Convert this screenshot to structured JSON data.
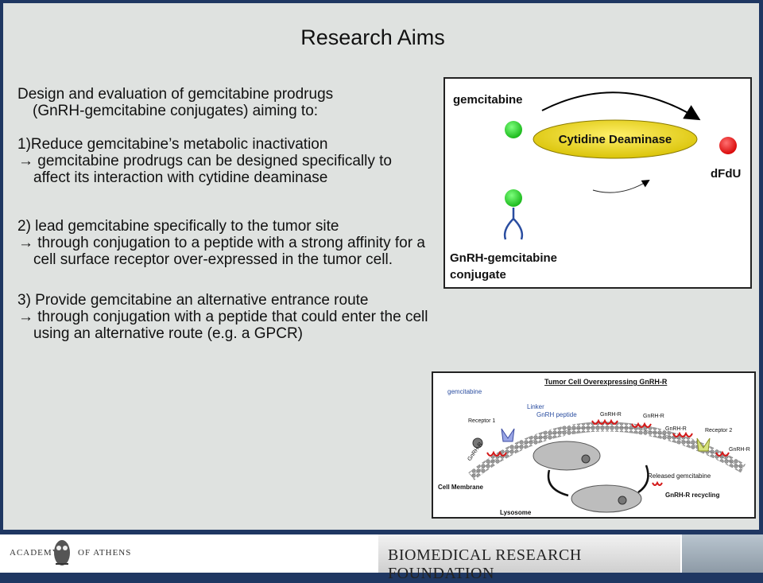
{
  "title": "Research Aims",
  "intro_line1": "Design and evaluation of gemcitabine prodrugs",
  "intro_line2": "(GnRH-gemcitabine conjugates) aiming to:",
  "aim1_title": "1)Reduce gemcitabine’s metabolic inactivation",
  "aim1_detail": "→ gemcitabine prodrugs can be designed specifically to affect its interaction with cytidine deaminase",
  "aim2_title": "2) lead gemcitabine specifically to the tumor site",
  "aim2_detail": "→ through conjugation to a peptide with a strong affinity  for a cell surface receptor over-expressed in the tumor  cell.",
  "aim3_title": "3) Provide gemcitabine an alternative entrance route",
  "aim3_detail": "→ through conjugation with a peptide that could enter the cell using an alternative route (e.g. a GPCR)",
  "diagram1": {
    "gemcitabine_label": "gemcitabine",
    "enzyme_label": "Cytidine Deaminase",
    "product_label": "dFdU",
    "conjugate_label_line1": "GnRH-gemcitabine",
    "conjugate_label_line2": "conjugate",
    "colors": {
      "gemcitabine": "#22cc22",
      "enzyme": "#e8d400",
      "product": "#e81010"
    }
  },
  "diagram2": {
    "title": "Tumor Cell Overexpressing GnRH-R",
    "gemcitabine": "gemcitabine",
    "linker": "Linker",
    "gnrh_peptide": "GnRH peptide",
    "receptor1": "Receptor 1",
    "receptor2": "Receptor 2",
    "gnrh_r_1": "GnRH-R",
    "gnrh_r_2": "GnRH-R",
    "gnrh_r_3": "GnRH-R",
    "gnrh_r_4": "GnRH-R",
    "gnrh_r_5": "GnRH-R",
    "cell_membrane": "Cell Membrane",
    "lysosome": "Lysosome",
    "released": "Released gemcitabine",
    "recycling": "GnRH-R recycling"
  },
  "footer": {
    "academy_left": "ACADEMY",
    "academy_right": "OF ATHENS",
    "foundation": "BIOMEDICAL RESEARCH FOUNDATION"
  }
}
